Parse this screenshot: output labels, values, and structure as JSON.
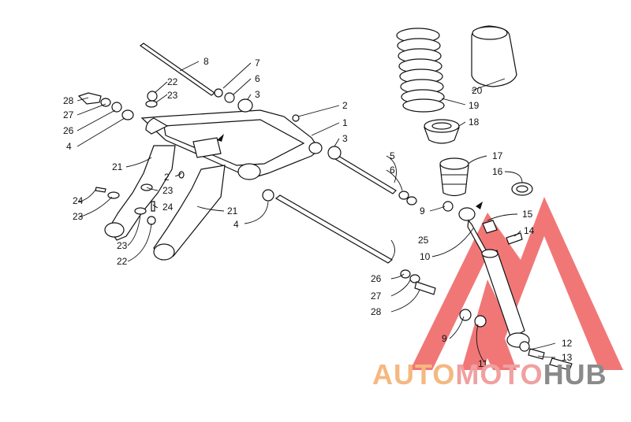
{
  "callouts": [
    "1",
    "2",
    "3",
    "4",
    "5",
    "6",
    "7",
    "8",
    "9",
    "10",
    "11",
    "12",
    "13",
    "14",
    "15",
    "16",
    "17",
    "18",
    "19",
    "20",
    "21",
    "22",
    "23",
    "24",
    "25",
    "26",
    "27",
    "28"
  ],
  "watermark": {
    "part1": "AUTO",
    "part2": "MOTO",
    "part3": "HUB",
    "colors": {
      "auto": "#f5b880",
      "moto": "#f0a0a0",
      "hub": "#8a8a8a",
      "triangle": "#f06868"
    }
  }
}
